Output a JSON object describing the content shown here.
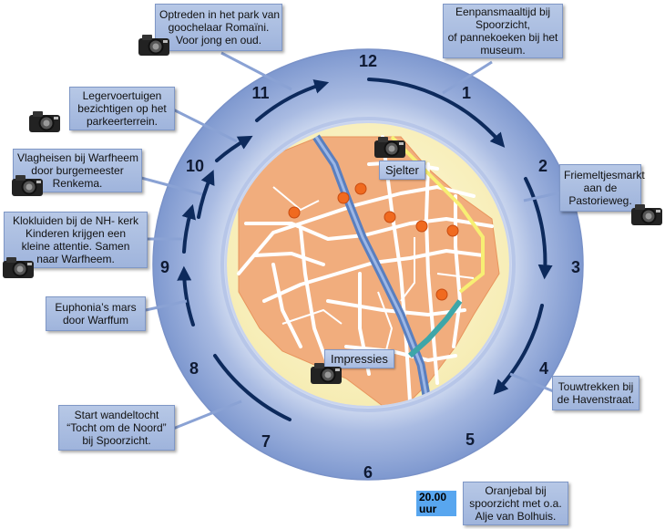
{
  "hours": [
    "12",
    "1",
    "2",
    "3",
    "4",
    "5",
    "6",
    "7",
    "8",
    "9",
    "10",
    "11"
  ],
  "callouts": {
    "c11": [
      "Optreden in het park van",
      "goochelaar Romaïni.",
      "Voor jong en oud."
    ],
    "c12": [
      "Eenpansmaaltijd bij",
      "Spoorzicht,",
      "of pannekoeken bij het",
      "museum."
    ],
    "c10": [
      "Legervoertuigen",
      "bezichtigen op het",
      "parkeerterrein."
    ],
    "c9a": [
      "Vlagheisen bij Warfheem",
      "door burgemeester",
      "Renkema."
    ],
    "c9b": [
      "Klokluiden bij de NH- kerk",
      "Kinderen krijgen een",
      "kleine attentie. Samen",
      "naar Warfheem."
    ],
    "c8": [
      "Euphonia’s mars",
      "door Warffum"
    ],
    "c7": [
      "Start wandeltocht",
      "“Tocht om de Noord”",
      "bij Spoorzicht."
    ],
    "c2": [
      "Friemeltjesmarkt",
      "aan de",
      "Pastorieweg."
    ],
    "c4": [
      "Touwtrekken bij",
      "de Havenstraat."
    ],
    "c6": [
      "Oranjebal bij",
      "spoorzicht met o.a.",
      "Alje van Bolhuis."
    ]
  },
  "time_badge": [
    "20.00",
    "uur"
  ],
  "map_tags": {
    "sjelter": "Sjelter",
    "impressies": "Impressies"
  },
  "colors": {
    "ring": "#8fa6d8",
    "ring_light": "#c9d6ef",
    "arrow": "#0d2a5c",
    "callout": "#a9bce0",
    "map_bg": "#fbf4c8",
    "town": "#f3b07e",
    "poi": "#f06a1f",
    "water": "#5a7fbf"
  }
}
